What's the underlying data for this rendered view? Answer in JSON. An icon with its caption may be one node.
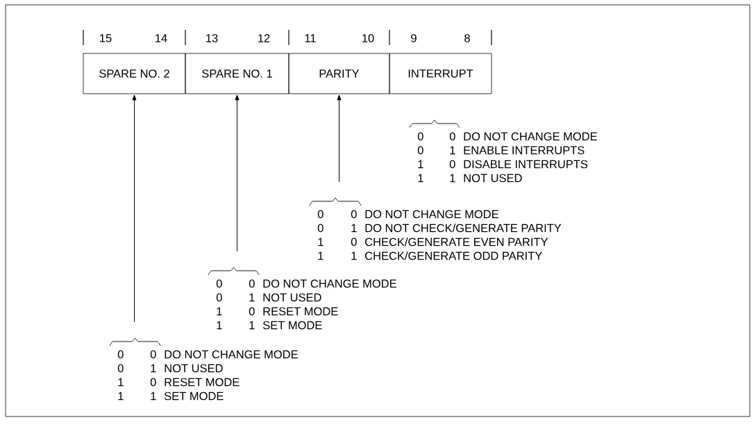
{
  "diagram": {
    "nodes": [
      {
        "text": [
          "SPARE NO. 2"
        ],
        "beside": [
          "15",
          "14"
        ]
      },
      {
        "text": [
          "SPARE NO. 1"
        ],
        "beside": [
          "13",
          "12"
        ]
      },
      {
        "text": [
          "PARITY"
        ],
        "beside": [
          "11",
          "10"
        ]
      },
      {
        "text": [
          "INTERRUPT"
        ],
        "beside": [
          "9",
          "8"
        ]
      },
      {
        "text": [
          "0",
          "0",
          "DO NOT CHANGE MODE",
          "0",
          "1",
          "ENABLE INTERRUPTS",
          "1",
          "0",
          "DISABLE INTERRUPTS",
          "1",
          "1",
          "NOT USED"
        ]
      },
      {
        "text": [
          "0",
          "0",
          "DO NOT CHANGE MODE",
          "0",
          "1",
          "DO NOT CHECK/GENERATE PARITY",
          "1",
          "0",
          "CHECK/GENERATE EVEN PARITY",
          "1",
          "1",
          "CHECK/GENERATE ODD PARITY"
        ]
      },
      {
        "text": [
          "0",
          "0",
          "DO NOT CHANGE MODE",
          "0",
          "1",
          "NOT USED",
          "1",
          "0",
          "RESET MODE",
          "1",
          "1",
          "SET MODE"
        ]
      },
      {
        "text": [
          "0",
          "0",
          "DO NOT CHANGE MODE",
          "0",
          "1",
          "NOT USED",
          "1",
          "0",
          "RESET MODE",
          "1",
          "1",
          "SET MODE"
        ]
      }
    ],
    "edges": [
      {
        "from": 5,
        "to": 2,
        "arrow": "to"
      },
      {
        "from": 6,
        "to": 1,
        "arrow": "to"
      },
      {
        "from": 7,
        "to": 0,
        "arrow": "to"
      }
    ]
  }
}
